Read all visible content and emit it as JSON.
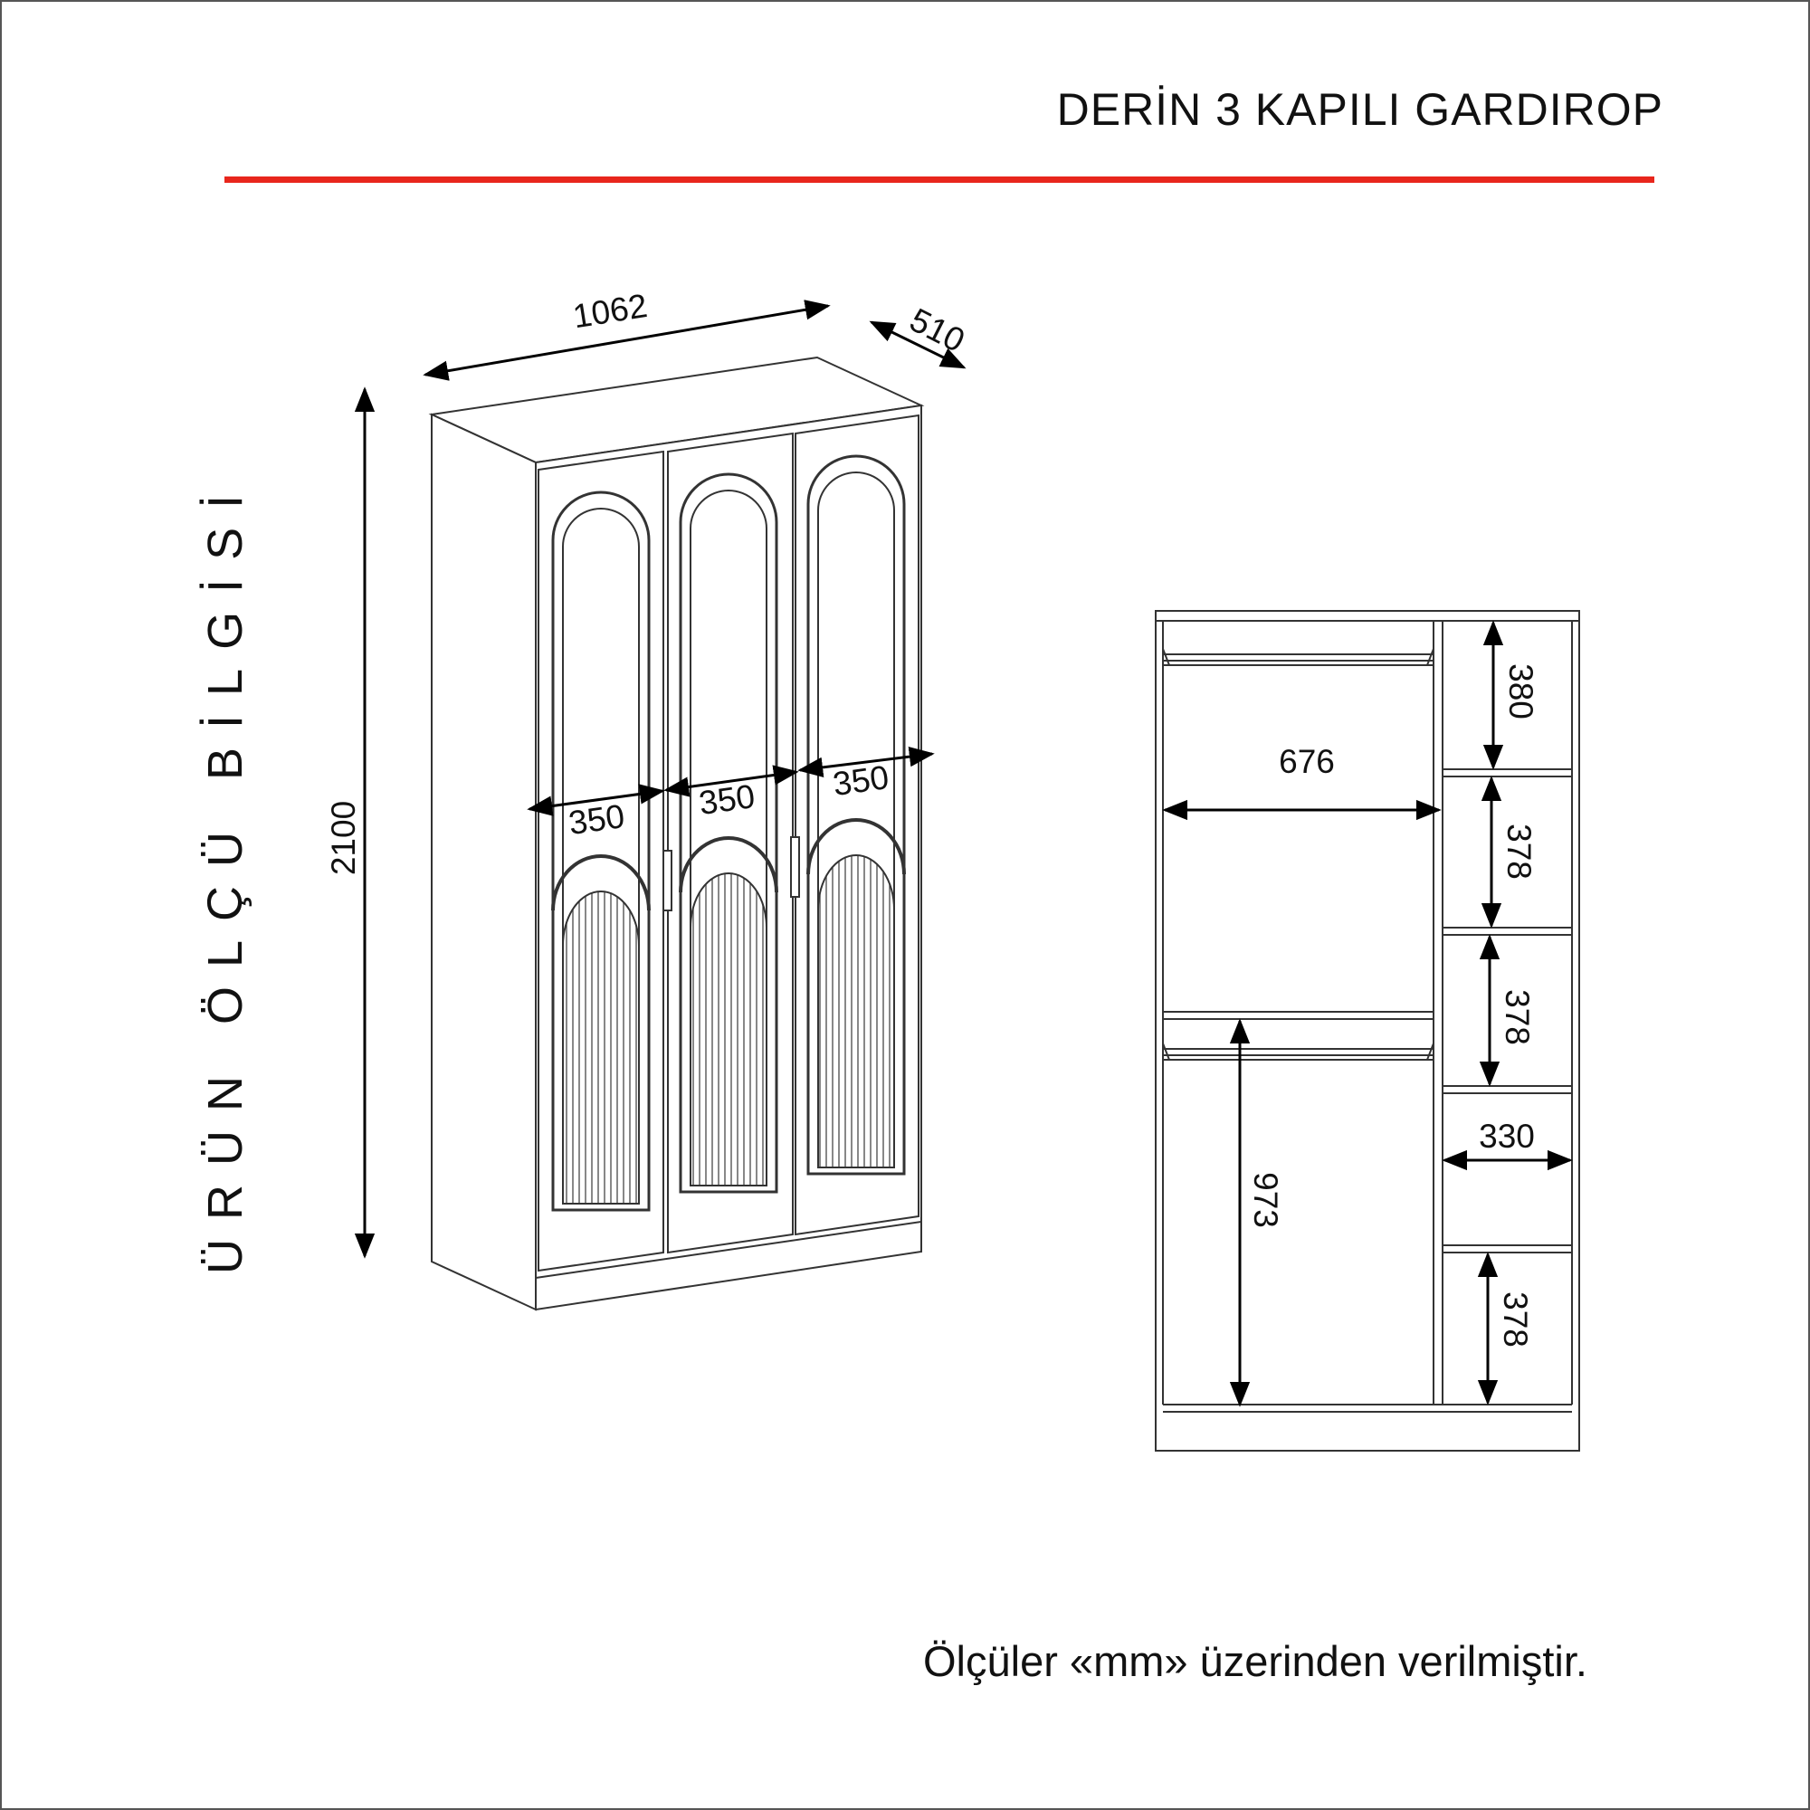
{
  "header": {
    "title": "DERİN 3 KAPILI GARDIROP",
    "accent_color": "#e8261c"
  },
  "side_title": "ÜRÜN ÖLÇÜ BİLGİSİ",
  "footer_note": "Ölçüler «mm» üzerinden verilmiştir.",
  "front_view": {
    "width": "1062",
    "depth": "510",
    "height": "2100",
    "door_widths": [
      "350",
      "350",
      "350"
    ]
  },
  "interior_view": {
    "hanging_width": "676",
    "hanging_height": "973",
    "shelf_width": "330",
    "shelf_heights": [
      "380",
      "378",
      "378",
      "378"
    ]
  }
}
